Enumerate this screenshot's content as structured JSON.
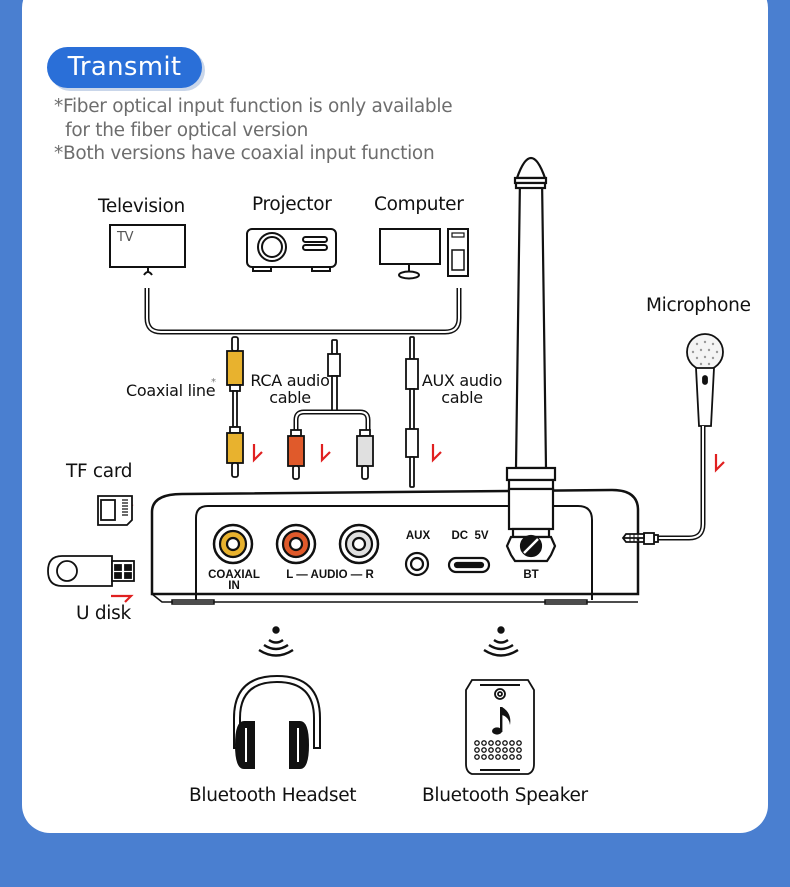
{
  "section_title": "Transmit",
  "notes": [
    "*Fiber optical input function is only available",
    "  for the fiber optical version",
    "*Both versions have coaxial input function"
  ],
  "sources": [
    {
      "label": "Television",
      "icon": "tv-icon",
      "screen_text": "TV"
    },
    {
      "label": "Projector",
      "icon": "projector-icon"
    },
    {
      "label": "Computer",
      "icon": "computer-icon"
    }
  ],
  "cables": {
    "coaxial": {
      "label": "Coaxial line",
      "mark": "*",
      "color": "#e8b22e"
    },
    "rca": {
      "label_line1": "RCA audio",
      "label_line2": "cable",
      "left_color": "#e05a2b",
      "right_color": "#e0e0e0"
    },
    "aux": {
      "label_line1": "AUX audio",
      "label_line2": "cable"
    }
  },
  "storage": {
    "tf_card": "TF card",
    "u_disk": "U disk"
  },
  "microphone": {
    "label": "Microphone"
  },
  "device_ports": {
    "coaxial_line1": "COAXIAL",
    "coaxial_line2": "IN",
    "audio": "L — AUDIO — R",
    "aux": "AUX",
    "dc": "DC  5V",
    "bt": "BT"
  },
  "outputs": [
    {
      "label": "Bluetooth Headset",
      "icon": "headset-icon"
    },
    {
      "label": "Bluetooth Speaker",
      "icon": "speaker-icon"
    }
  ],
  "colors": {
    "background": "#4a7fd0",
    "accent": "#2a6fd8",
    "arrow": "#e02020",
    "coaxial": "#e8b22e",
    "rca_red": "#e05a2b",
    "rca_white": "#e0e0e0"
  }
}
